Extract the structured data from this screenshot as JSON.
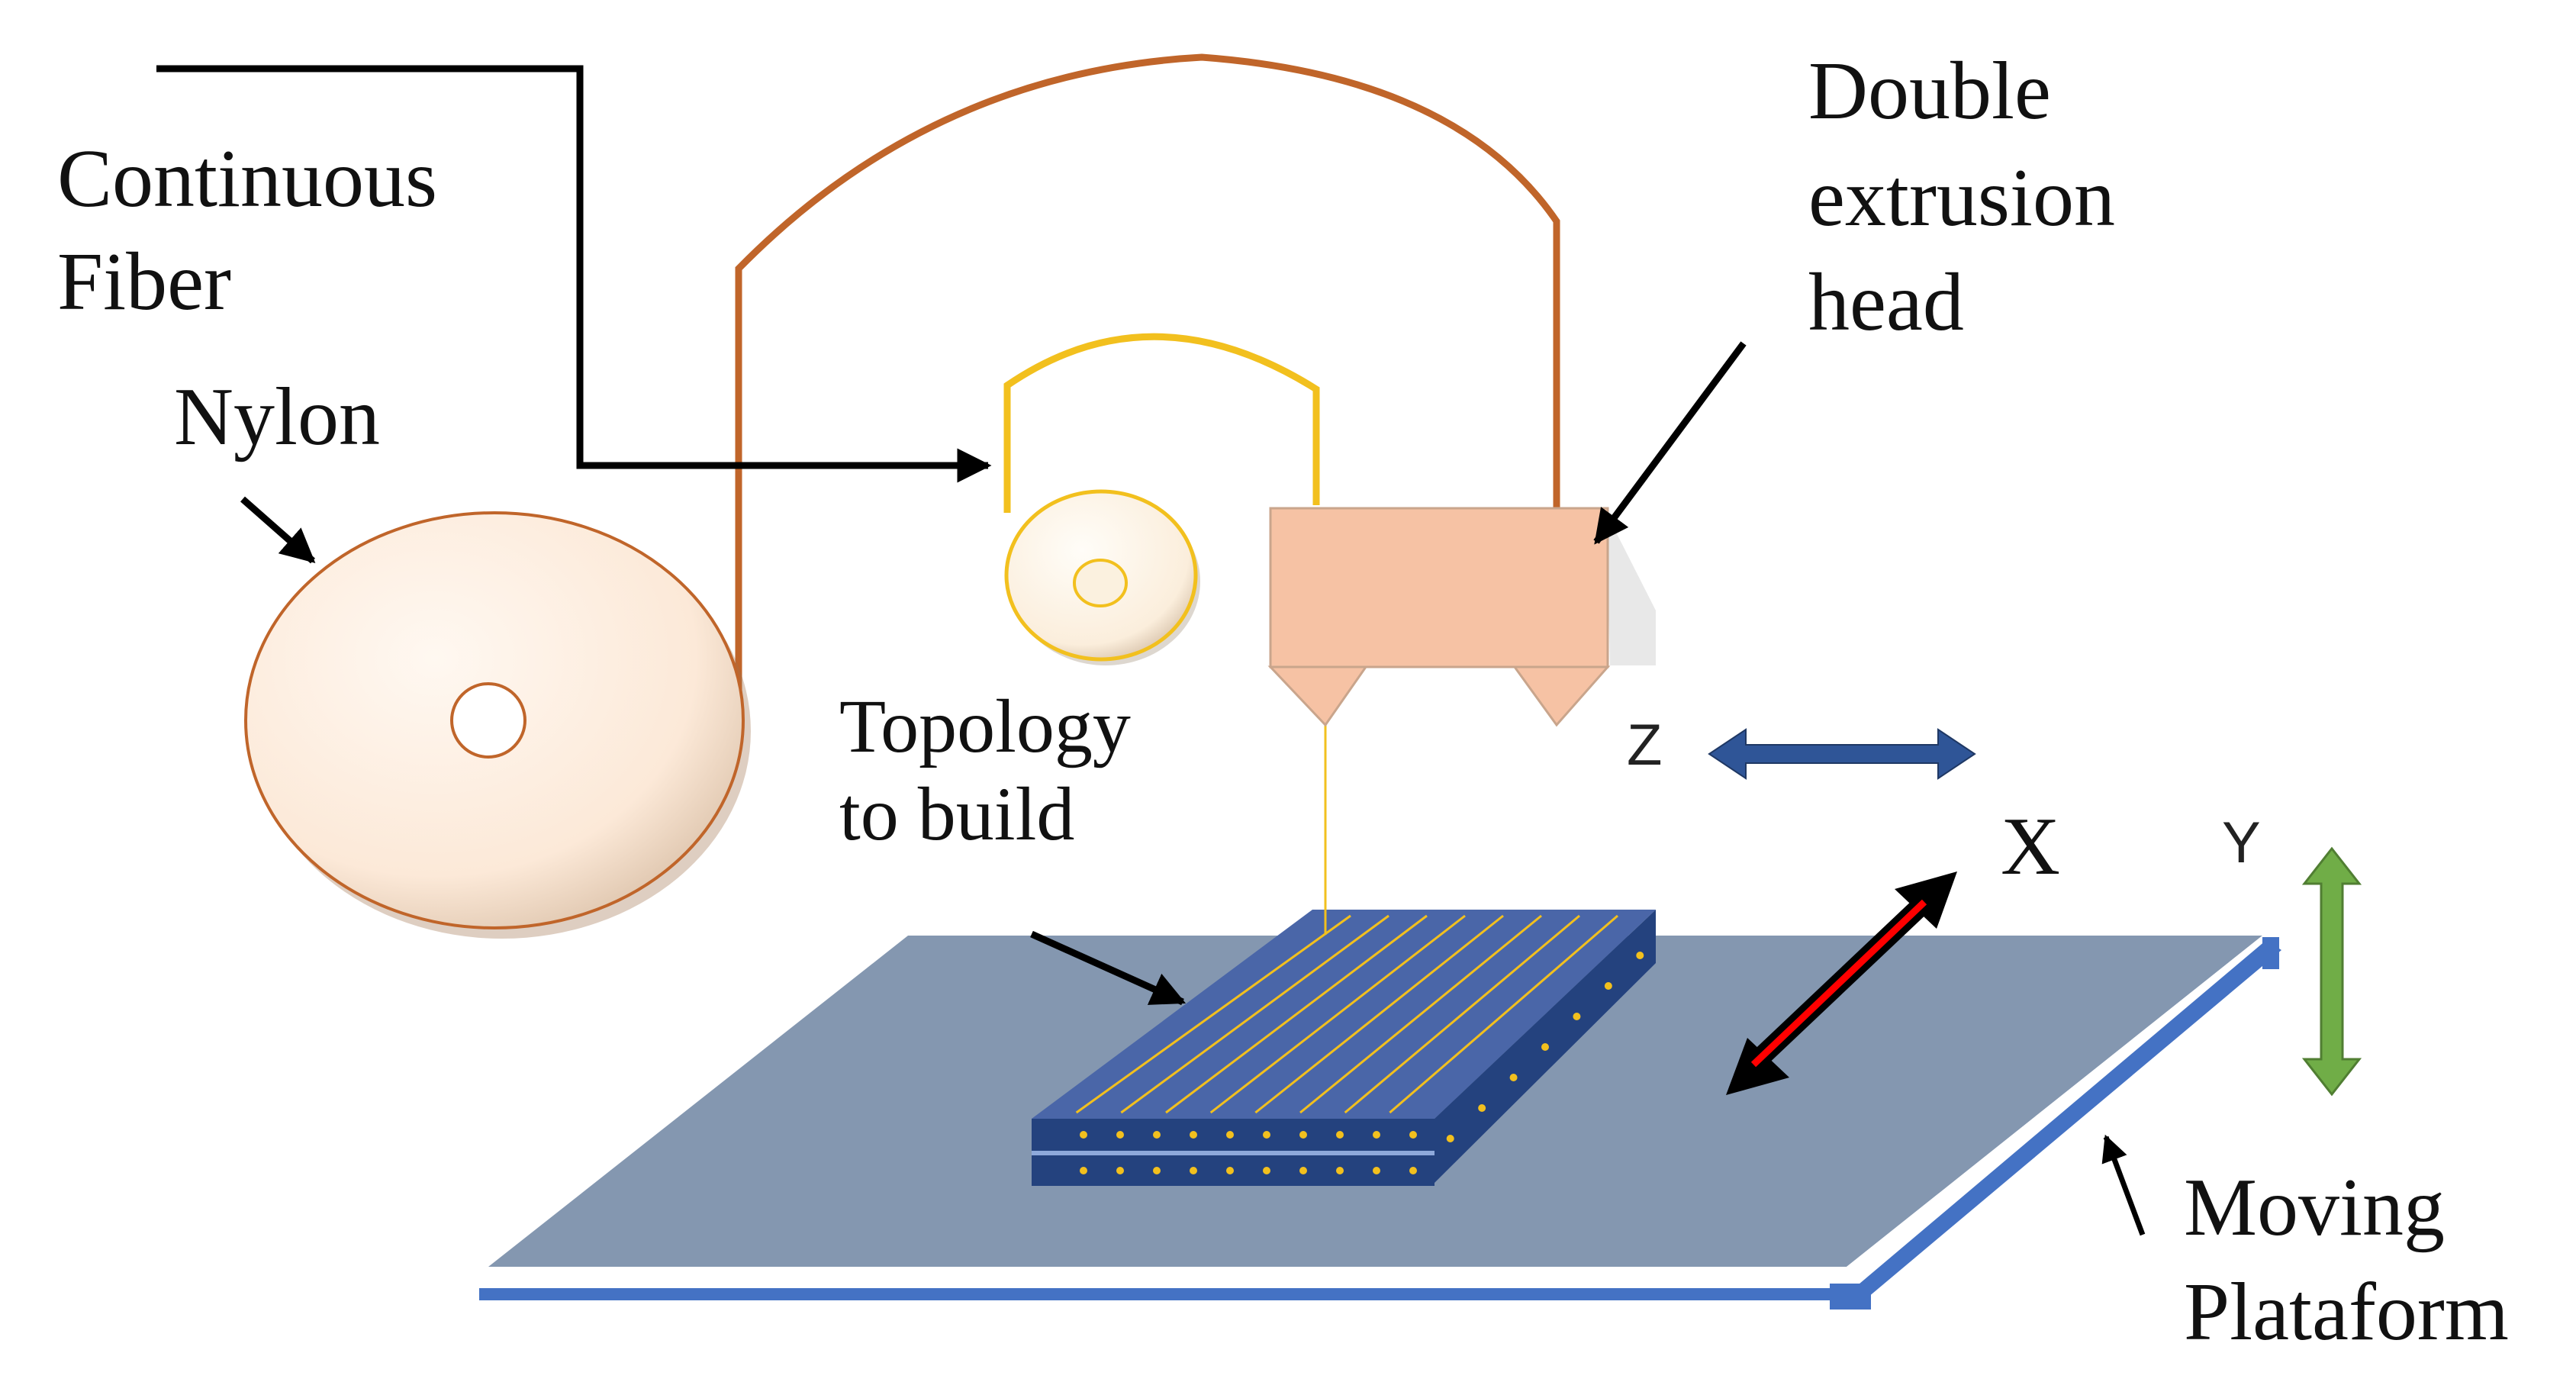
{
  "labels": {
    "continuous_fiber": [
      "Continuous",
      "Fiber"
    ],
    "nylon": "Nylon",
    "double_extrusion_head": [
      "Double",
      "extrusion",
      "head"
    ],
    "topology": [
      "Topology",
      "to build"
    ],
    "moving_platform": [
      "Moving",
      "Plataform"
    ]
  },
  "axes": {
    "z": "Z",
    "x": "X",
    "y": "Y"
  },
  "colors": {
    "nylon_filament": "#C0652A",
    "fiber_filament": "#F2C01E",
    "spool_fill": "#FCE9D8",
    "head_fill": "#F6C2A4",
    "platform_top": "#8497B0",
    "platform_edge": "#4472C4",
    "part_top": "#4A66A8",
    "part_side": "#24427E",
    "z_arrow": "#2F5597",
    "x_arrow_inner": "#FF0000",
    "y_arrow": "#70AD47"
  }
}
